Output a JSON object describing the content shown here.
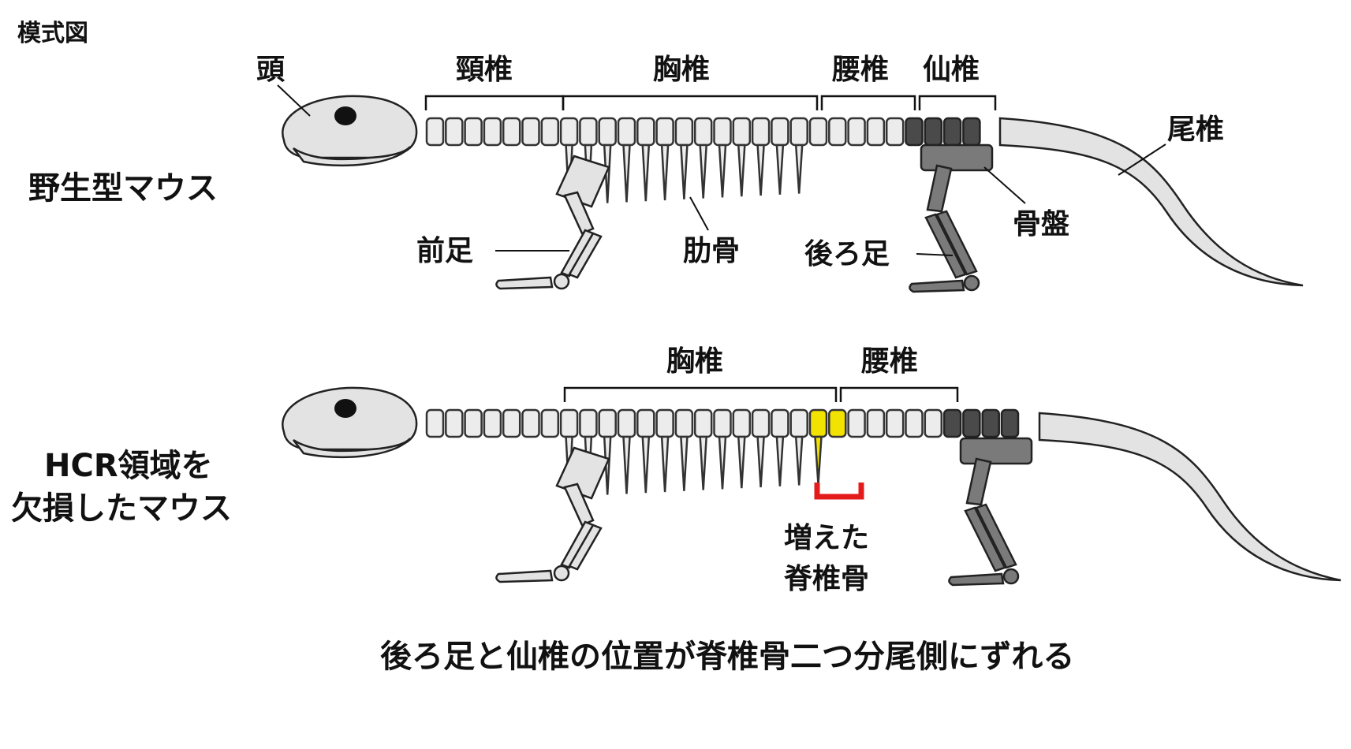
{
  "header": {
    "title": "模式図"
  },
  "rows": {
    "wild": {
      "label": "野生型マウス"
    },
    "hcr": {
      "label_line1": "HCR領域を",
      "label_line2": "欠損したマウス"
    }
  },
  "labels": {
    "head": "頭",
    "cervical": "頸椎",
    "thoracic": "胸椎",
    "lumbar": "腰椎",
    "sacral": "仙椎",
    "caudal": "尾椎",
    "forelimb": "前足",
    "rib": "肋骨",
    "hindlimb": "後ろ足",
    "pelvis": "骨盤",
    "added_line1": "増えた",
    "added_line2": "脊椎骨"
  },
  "caption": "後ろ足と仙椎の位置が脊椎骨二つ分尾側にずれる",
  "colors": {
    "added_vertebra": "#f2e200",
    "bracket": "#e31b1b",
    "sacral": "#4a4a4a",
    "bone": "#e3e3e3"
  }
}
